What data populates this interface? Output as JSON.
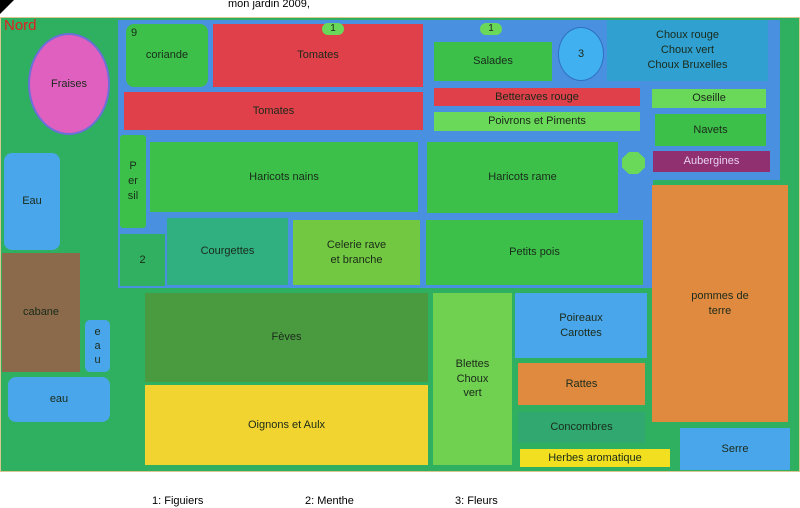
{
  "title": "mon jardin 2009,",
  "north": "Nord",
  "beds": {
    "fraises": "Fraises",
    "eau1": "Eau",
    "cabane": "cabane",
    "eau2": "e\na\nu",
    "eau3": "eau",
    "coriande": "coriande",
    "coriande_num": "9",
    "tomates1": "Tomates",
    "tomates2": "Tomates",
    "persil": "P\ner\nsil",
    "haricots_nains": "Haricots  nains",
    "menthe_num": "2",
    "courgettes": "Courgettes",
    "celerie": "Celerie rave\net branche",
    "petits_pois": "Petits pois",
    "haricots_rame": "Haricots rame",
    "figuier_num_1": "1",
    "figuier_num_2": "1",
    "salades": "Salades",
    "fleurs_num": "3",
    "choux": "Choux  rouge\nChoux vert\nChoux Bruxelles",
    "betteraves": "Betteraves rouge",
    "poivrons": "Poivrons et Piments",
    "oseille": "Oseille",
    "navets": "Navets",
    "aubergines": "Aubergines",
    "pommes": "pommes de\nterre",
    "feves": "Fèves",
    "oignons": "Oignons et Aulx",
    "blettes": "Blettes\nChoux\nvert",
    "poireaux": "Poireaux\nCarottes",
    "rattes": "Rattes",
    "concombres": "Concombres",
    "herbes": "Herbes aromatique",
    "serre": "Serre"
  },
  "legend": [
    "1: Figuiers",
    "2: Menthe",
    "3: Fleurs"
  ]
}
